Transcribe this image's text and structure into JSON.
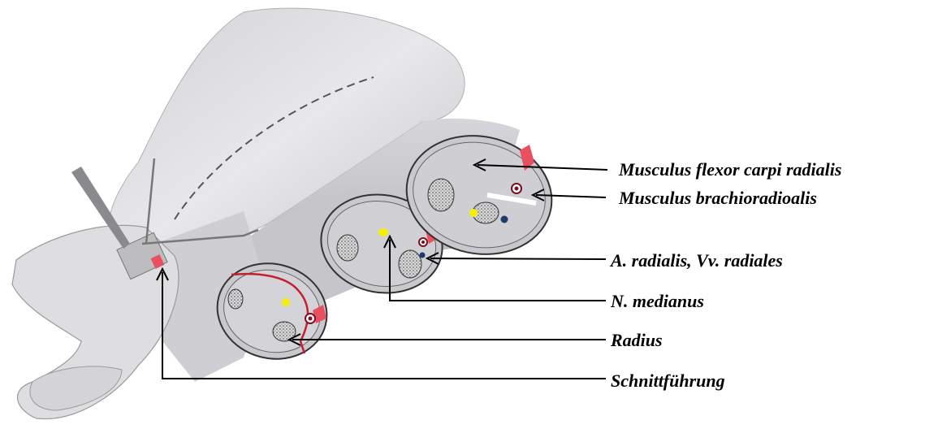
{
  "labels": {
    "flexor": "Musculus flexor carpi radialis",
    "brachio": "Musculus brachioradioalis",
    "radialis": "A. radialis, Vv. radiales",
    "medianus": "N. medianus",
    "radius": "Radius",
    "schnitt": "Schnittführung"
  },
  "colors": {
    "skin": "#e6e6e8",
    "skin_shadow": "#c9c9cc",
    "muscle_red": "#e8505f",
    "nerve_yellow": "#f5f000",
    "vein_blue": "#1f3a6b",
    "bone": "#cfcfcf"
  }
}
